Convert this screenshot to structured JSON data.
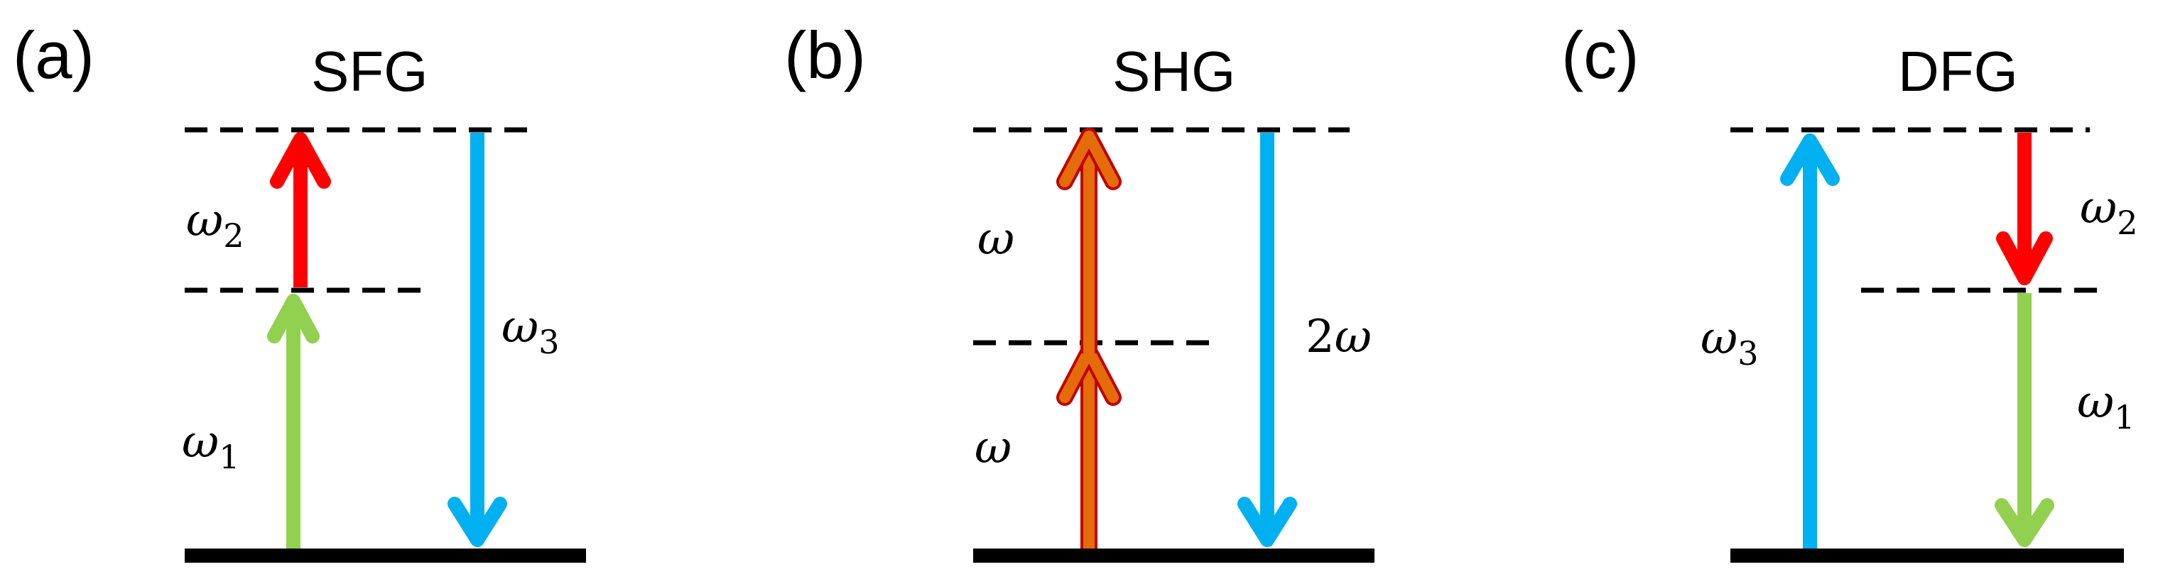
{
  "colors": {
    "red": "#ff0000",
    "green": "#92d050",
    "blue": "#00b0f0",
    "orange": "#e46c0a",
    "orange_edge": "#c00000",
    "black": "#000000"
  },
  "panels": {
    "a": {
      "letter": "(a)",
      "title": "SFG",
      "labels": {
        "w2": {
          "greek": "ω",
          "sub": "2"
        },
        "w1": {
          "greek": "ω",
          "sub": "1"
        },
        "w3": {
          "greek": "ω",
          "sub": "3"
        }
      }
    },
    "b": {
      "letter": "(b)",
      "title": "SHG",
      "labels": {
        "w_upper": {
          "greek": "ω"
        },
        "w_lower": {
          "greek": "ω"
        },
        "w_double": {
          "coef": "2",
          "greek": "ω"
        }
      }
    },
    "c": {
      "letter": "(c)",
      "title": "DFG",
      "labels": {
        "w3": {
          "greek": "ω",
          "sub": "3"
        },
        "w2": {
          "greek": "ω",
          "sub": "2"
        },
        "w1": {
          "greek": "ω",
          "sub": "1"
        }
      }
    }
  }
}
